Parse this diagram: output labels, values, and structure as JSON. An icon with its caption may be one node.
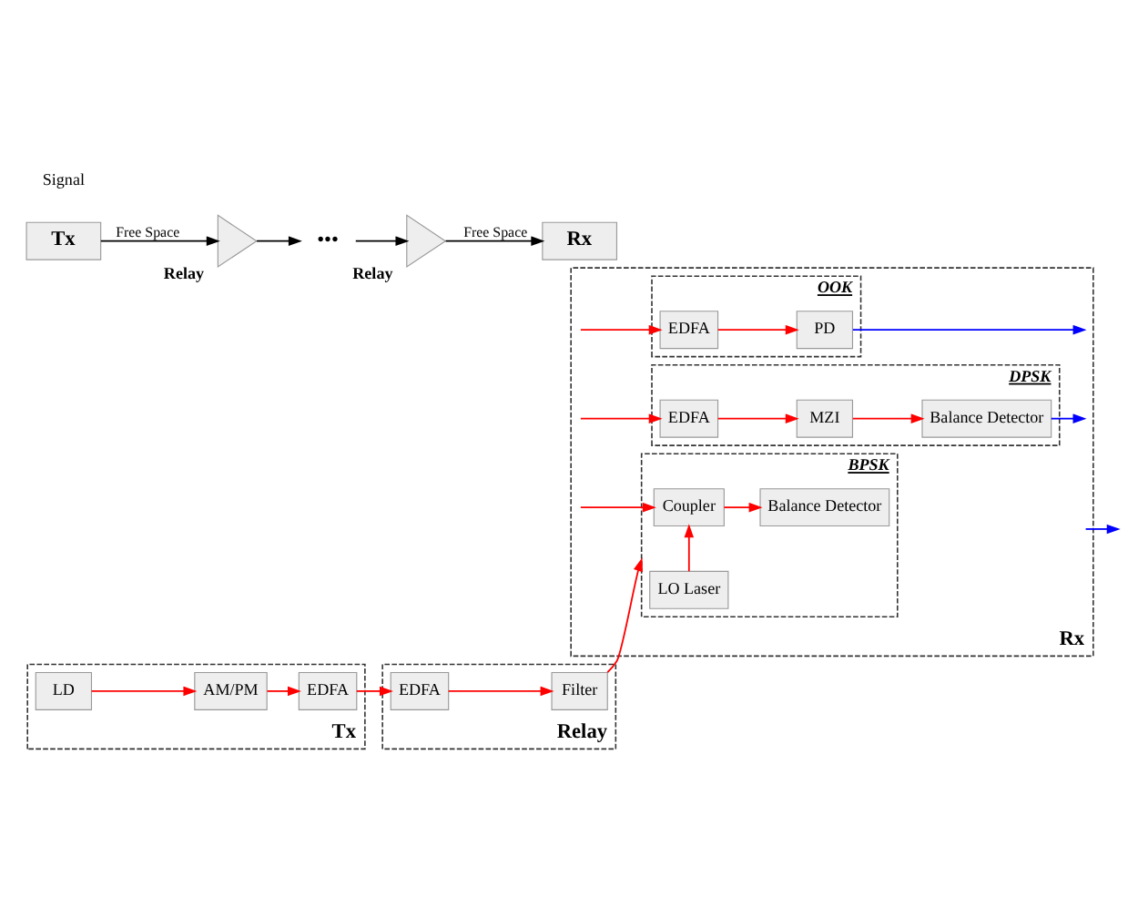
{
  "diagram": {
    "nodes": [
      {
        "text": [
          "Tx"
        ]
      },
      {
        "text": [
          "Relay"
        ]
      },
      {
        "text": [
          "•••"
        ]
      },
      {
        "text": [
          "Relay"
        ]
      },
      {
        "text": [
          "Rx"
        ]
      },
      {
        "text": [
          "Tx"
        ]
      },
      {
        "text": [
          "AM/PM"
        ],
        "in": 5
      },
      {
        "text": [
          "LD"
        ],
        "in": 5
      },
      {
        "text": [
          "EDFA"
        ],
        "in": 5
      },
      {
        "text": [
          "Relay"
        ]
      },
      {
        "text": [
          "EDFA"
        ],
        "in": 9
      },
      {
        "text": [
          "Filter"
        ],
        "in": 9
      },
      {
        "text": [
          "Rx"
        ]
      },
      {
        "text": [
          "OOK"
        ],
        "in": 12
      },
      {
        "text": [
          "EDFA"
        ],
        "in": 13
      },
      {
        "text": [
          "PD"
        ],
        "in": 13
      },
      {
        "text": [
          "DPSK"
        ],
        "in": 12
      },
      {
        "text": [
          "EDFA"
        ],
        "in": 16
      },
      {
        "text": [
          "MZI"
        ],
        "in": 16
      },
      {
        "text": [
          "Balance Detector"
        ],
        "in": 16
      },
      {
        "text": [
          "BPSK"
        ],
        "in": 12
      },
      {
        "text": [
          "Coupler"
        ],
        "in": 20
      },
      {
        "text": [
          "Balance Detector"
        ],
        "in": 20
      },
      {
        "text": [
          "LO Laser"
        ],
        "in": 20
      }
    ],
    "edges": [
      {
        "from": 0,
        "to": 1,
        "arrow": "to",
        "label": "Free Space",
        "color": "#000000"
      },
      {
        "from": 1,
        "to": 2,
        "arrow": "to",
        "color": "#000000"
      },
      {
        "from": 2,
        "to": 3,
        "arrow": "to",
        "color": "#000000"
      },
      {
        "from": 3,
        "to": 4,
        "arrow": "to",
        "label": "Free Space",
        "color": "#000000"
      },
      {
        "from": 7,
        "to": 6,
        "arrow": "to"
      },
      {
        "from": 6,
        "to": 8,
        "arrow": "to"
      },
      {
        "from": 8,
        "to": 10,
        "arrow": "to"
      },
      {
        "from": 10,
        "to": 11,
        "arrow": "to"
      },
      {
        "from": 11,
        "to": 20,
        "arrow": "to"
      },
      {
        "from": 12,
        "to": 14,
        "arrow": "to"
      },
      {
        "from": 14,
        "to": 15,
        "arrow": "to"
      },
      {
        "from": 15,
        "to": 12,
        "arrow": "to",
        "color": "#0000ff"
      },
      {
        "from": 12,
        "to": 17,
        "arrow": "to"
      },
      {
        "from": 17,
        "to": 18,
        "arrow": "to"
      },
      {
        "from": 18,
        "to": 19,
        "arrow": "to"
      },
      {
        "from": 19,
        "to": 12,
        "arrow": "to",
        "color": "#0000ff"
      },
      {
        "from": 12,
        "to": 21,
        "arrow": "to"
      },
      {
        "from": 21,
        "to": 22,
        "arrow": "to"
      },
      {
        "from": 23,
        "to": 21,
        "arrow": "to"
      },
      {
        "from": 12,
        "to": null,
        "arrow": "to",
        "color": "#0000ff"
      }
    ],
    "labels": [
      "Signal"
    ]
  }
}
